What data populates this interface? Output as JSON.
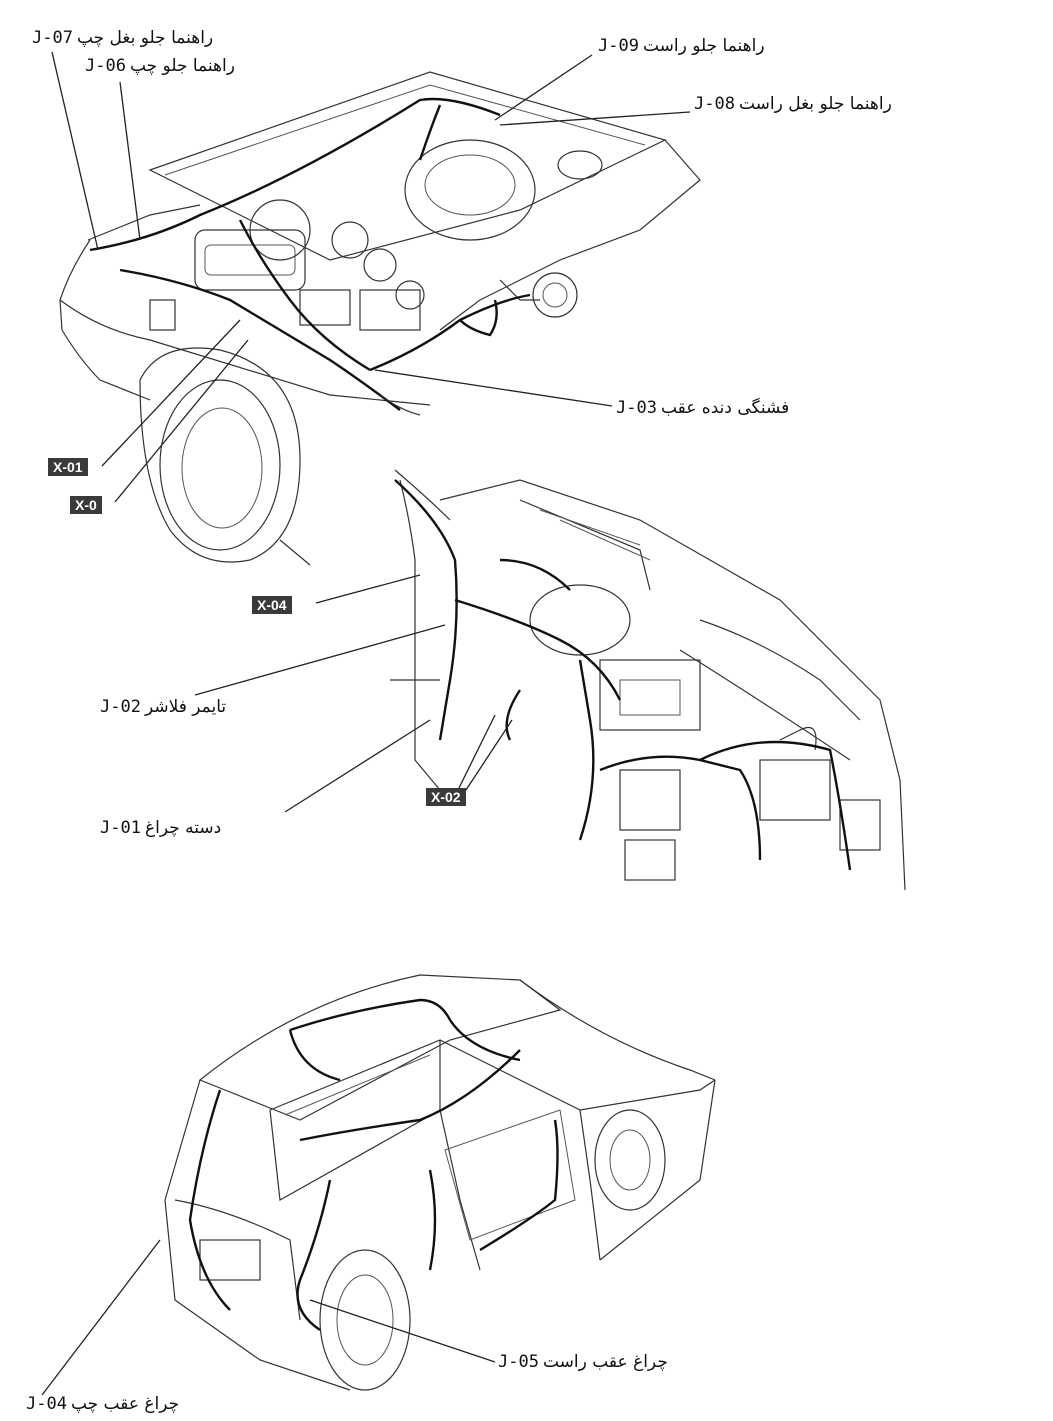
{
  "labels": [
    {
      "code": "J-07",
      "text": "راهنما جلو بغل چپ"
    },
    {
      "code": "J-06",
      "text": "راهنما جلو چپ"
    },
    {
      "code": "J-09",
      "text": "راهنما جلو راست"
    },
    {
      "code": "J-08",
      "text": "راهنما جلو بغل راست"
    },
    {
      "code": "J-03",
      "text": "فشنگی دنده عقب"
    },
    {
      "code": "J-02",
      "text": "تایمر فلاشر"
    },
    {
      "code": "J-01",
      "text": "دسته چراغ"
    },
    {
      "code": "J-05",
      "text": "چراغ عقب راست"
    },
    {
      "code": "J-04",
      "text": "چراغ عقب چپ"
    }
  ],
  "tags": [
    "X-01",
    "X-0",
    "X-04",
    "X-02"
  ]
}
